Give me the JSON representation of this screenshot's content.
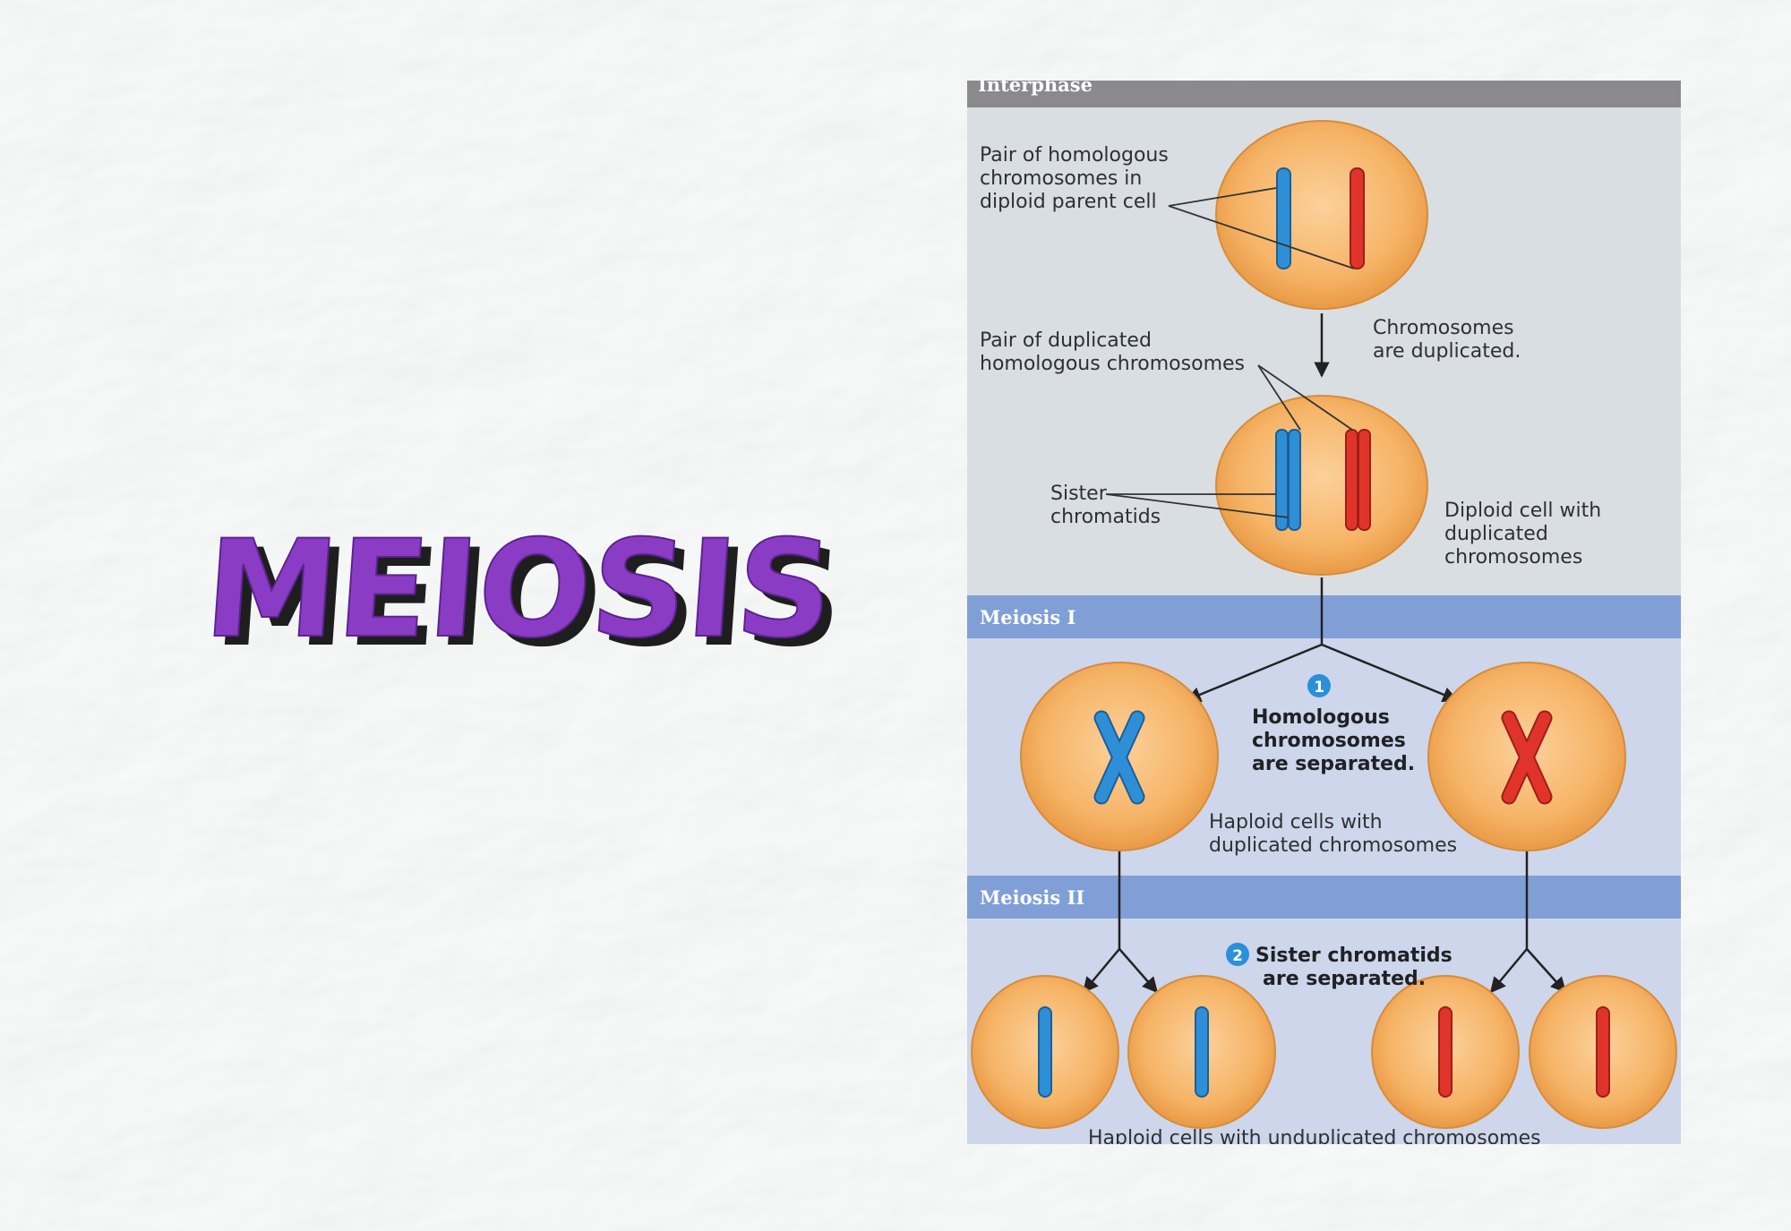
{
  "title": "MEIOSIS",
  "colors": {
    "title_fill": "#8a3cc4",
    "title_shadow": "#1e1e1e",
    "panel_bg": "#d7dde2",
    "band": "#7f9fd6",
    "cell_fill": "#f7b56a",
    "chrom_blue": "#2f8fd6",
    "chrom_red": "#e0342b",
    "step_badge": "#2b8fd9"
  },
  "diagram": {
    "header": "Interphase",
    "label_pair_homologous": [
      "Pair of homologous",
      "chromosomes in",
      "diploid parent cell"
    ],
    "label_duplicated": [
      "Chromosomes",
      "are duplicated."
    ],
    "label_pair_duplicated": [
      "Pair of duplicated",
      "homologous chromosomes"
    ],
    "label_sister": [
      "Sister",
      "chromatids"
    ],
    "label_diploid": [
      "Diploid cell with",
      "duplicated",
      "chromosomes"
    ],
    "meiosis1_band": "Meiosis I",
    "step1_number": "1",
    "step1_text": [
      "Homologous",
      "chromosomes",
      "are separated."
    ],
    "label_haploid_dup": [
      "Haploid cells with",
      "duplicated chromosomes"
    ],
    "meiosis2_band": "Meiosis II",
    "step2_number": "2",
    "step2_text": [
      "Sister chromatids",
      "are separated."
    ],
    "label_haploid_undup": "Haploid cells with unduplicated chromosomes"
  }
}
